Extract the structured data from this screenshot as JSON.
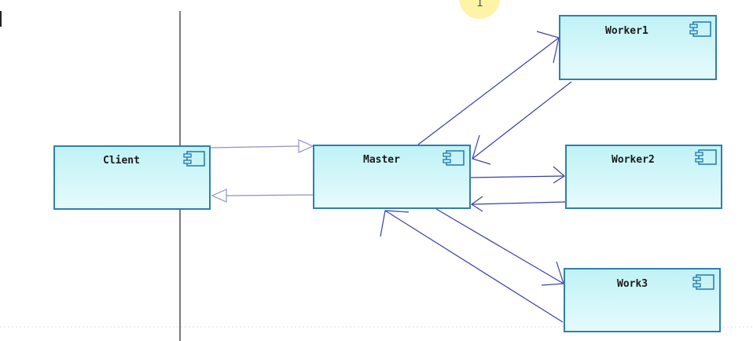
{
  "diagram": {
    "components": {
      "client": {
        "label": "Client"
      },
      "master": {
        "label": "Master"
      },
      "worker1": {
        "label": "Worker1"
      },
      "worker2": {
        "label": "Worker2"
      },
      "work3": {
        "label": "Work3"
      }
    },
    "cursor_indicator": {
      "label": "1"
    }
  },
  "colors": {
    "box_fill_top": "#bff2f6",
    "box_fill_bottom": "#e6fbfd",
    "box_border": "#2f7fb0",
    "connector": "#3a3fa6",
    "hollow_arrow": "#8f93c4",
    "lifeline": "#222222",
    "highlight": "#fff3a6"
  },
  "connections": [
    {
      "from": "Client",
      "to": "Master",
      "style": "hollow-arrow"
    },
    {
      "from": "Master",
      "to": "Client",
      "style": "hollow-arrow"
    },
    {
      "from": "Master",
      "to": "Worker1",
      "style": "open-arrow"
    },
    {
      "from": "Worker1",
      "to": "Master",
      "style": "open-arrow"
    },
    {
      "from": "Master",
      "to": "Worker2",
      "style": "open-arrow"
    },
    {
      "from": "Worker2",
      "to": "Master",
      "style": "open-arrow"
    },
    {
      "from": "Master",
      "to": "Work3",
      "style": "open-arrow"
    },
    {
      "from": "Work3",
      "to": "Master",
      "style": "open-arrow"
    }
  ]
}
